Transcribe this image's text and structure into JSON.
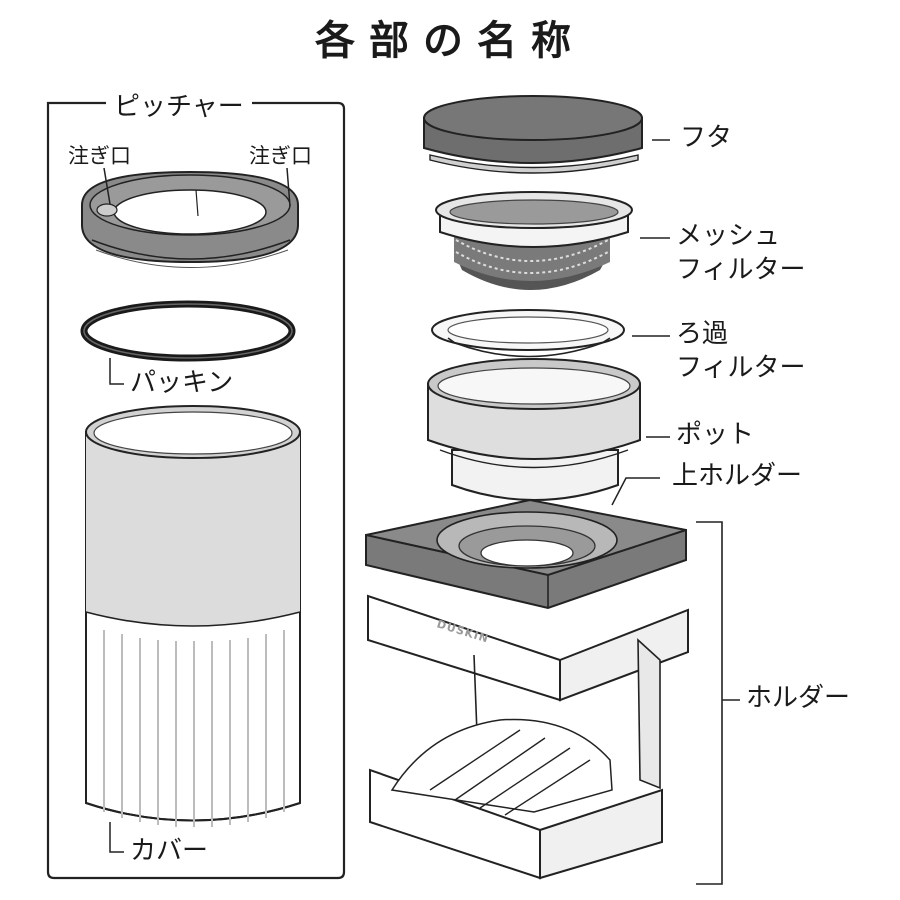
{
  "title": "各部の名称",
  "brand_mark": "DUSKIN",
  "pitcher": {
    "group_label": "ピッチャー",
    "spout_left": "注ぎ口",
    "spout_right": "注ぎ口",
    "packing": "パッキン",
    "cover": "カバー"
  },
  "parts": {
    "lid": "フタ",
    "mesh_filter": [
      "メッシュ",
      "フィルター"
    ],
    "filter": [
      "ろ過",
      "フィルター"
    ],
    "pot": "ポット",
    "upper_holder": "上ホルダー",
    "holder": "ホルダー"
  },
  "colors": {
    "line": "#222222",
    "dark_part": "#6e6e6e",
    "mid_gray": "#d6d6d6",
    "light_gray": "#efefef"
  }
}
